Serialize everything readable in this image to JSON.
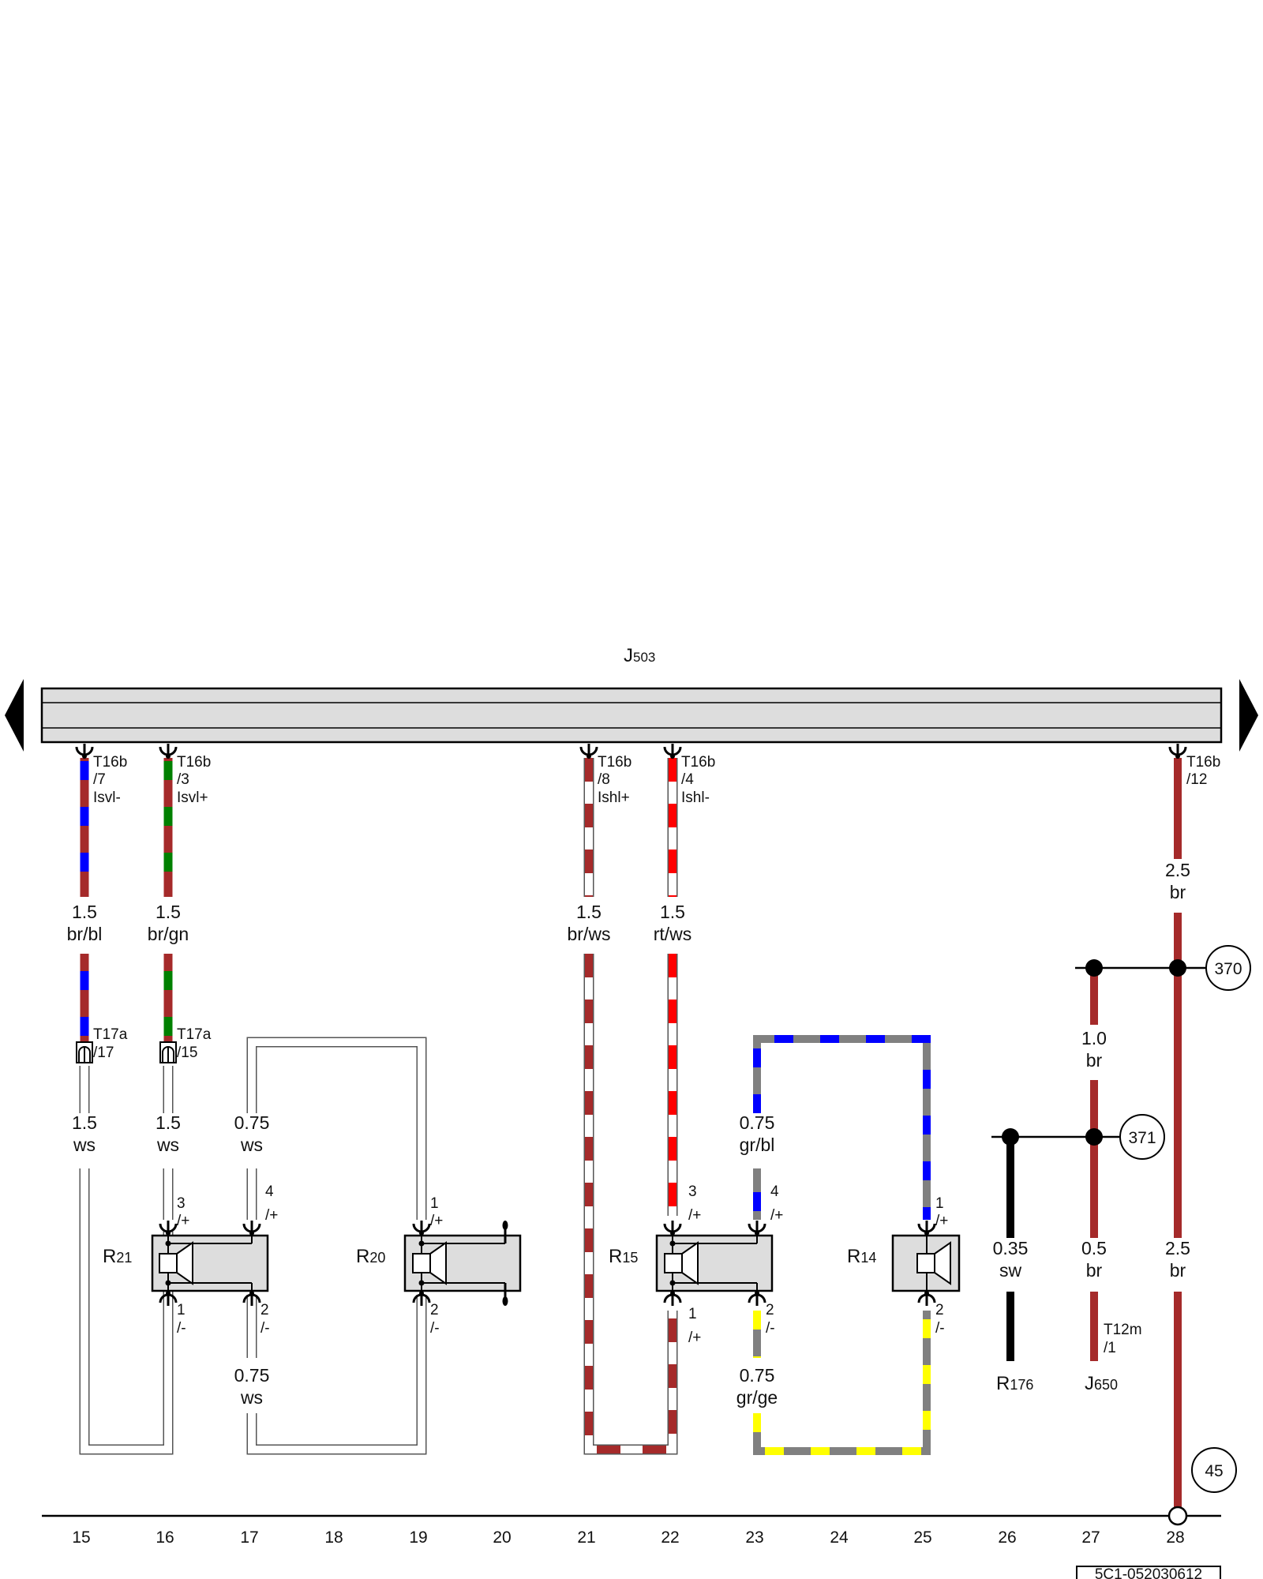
{
  "control_unit": {
    "label": "J",
    "sub": "503"
  },
  "colors": {
    "br": "#a52a2a",
    "bl": "#0000ff",
    "gn": "#008000",
    "rt": "#ff0000",
    "ws": "#ffffff",
    "gr": "#808080",
    "ge": "#ffff00",
    "sw": "#000000",
    "housing": "#dddddd"
  },
  "pins": [
    {
      "id": "p15",
      "line1": "T16b",
      "line2": "/7",
      "line3": "Isvl-"
    },
    {
      "id": "p16",
      "line1": "T16b",
      "line2": "/3",
      "line3": "Isvl+"
    },
    {
      "id": "p21",
      "line1": "T16b",
      "line2": "/8",
      "line3": "Ishl+"
    },
    {
      "id": "p22",
      "line1": "T16b",
      "line2": "/4",
      "line3": "Ishl-"
    },
    {
      "id": "p28",
      "line1": "T16b",
      "line2": "/12",
      "line3": ""
    }
  ],
  "connectors": [
    {
      "id": "c15",
      "line1": "T17a",
      "line2": "/17"
    },
    {
      "id": "c16",
      "line1": "T17a",
      "line2": "/15"
    },
    {
      "id": "c27",
      "line1": "T12m",
      "line2": "/1"
    }
  ],
  "wire_labels": [
    {
      "id": "w15a",
      "size": "1.5",
      "color": "br/bl"
    },
    {
      "id": "w16a",
      "size": "1.5",
      "color": "br/gn"
    },
    {
      "id": "w21a",
      "size": "1.5",
      "color": "br/ws"
    },
    {
      "id": "w22a",
      "size": "1.5",
      "color": "rt/ws"
    },
    {
      "id": "w28a",
      "size": "2.5",
      "color": "br"
    },
    {
      "id": "w27a",
      "size": "1.0",
      "color": "br"
    },
    {
      "id": "w15b",
      "size": "1.5",
      "color": "ws"
    },
    {
      "id": "w16b",
      "size": "1.5",
      "color": "ws"
    },
    {
      "id": "w17b",
      "size": "0.75",
      "color": "ws"
    },
    {
      "id": "w23b",
      "size": "0.75",
      "color": "gr/bl"
    },
    {
      "id": "w26",
      "size": "0.35",
      "color": "sw"
    },
    {
      "id": "w27b",
      "size": "0.5",
      "color": "br"
    },
    {
      "id": "w28b",
      "size": "2.5",
      "color": "br"
    },
    {
      "id": "w17c",
      "size": "0.75",
      "color": "ws"
    },
    {
      "id": "w23c",
      "size": "0.75",
      "color": "gr/ge"
    }
  ],
  "speakers": [
    {
      "id": "R21",
      "label": "R",
      "sub": "21"
    },
    {
      "id": "R20",
      "label": "R",
      "sub": "20"
    },
    {
      "id": "R15",
      "label": "R",
      "sub": "15"
    },
    {
      "id": "R14",
      "label": "R",
      "sub": "14"
    }
  ],
  "speaker_terminals": [
    {
      "id": "r21t",
      "n": "3",
      "s": "/+"
    },
    {
      "id": "r21b",
      "n": "1",
      "s": "/-"
    },
    {
      "id": "r21t2",
      "n": "4",
      "s": "/+"
    },
    {
      "id": "r21b2",
      "n": "2",
      "s": "/-"
    },
    {
      "id": "r20t",
      "n": "1",
      "s": "/+"
    },
    {
      "id": "r20b",
      "n": "2",
      "s": "/-"
    },
    {
      "id": "r15t",
      "n": "3",
      "s": "/+"
    },
    {
      "id": "r15b",
      "n": "1",
      "s": "/+"
    },
    {
      "id": "r15t2",
      "n": "4",
      "s": "/+"
    },
    {
      "id": "r15b2",
      "n": "2",
      "s": "/-"
    },
    {
      "id": "r14t",
      "n": "1",
      "s": "/+"
    },
    {
      "id": "r14b",
      "n": "2",
      "s": "/-"
    }
  ],
  "components_bottom": [
    {
      "id": "R176",
      "label": "R",
      "sub": "176"
    },
    {
      "id": "J650",
      "label": "J",
      "sub": "650"
    }
  ],
  "references": [
    "370",
    "371",
    "45"
  ],
  "columns": [
    "15",
    "16",
    "17",
    "18",
    "19",
    "20",
    "21",
    "22",
    "23",
    "24",
    "25",
    "26",
    "27",
    "28"
  ],
  "diagram_code": "5C1-052030612"
}
